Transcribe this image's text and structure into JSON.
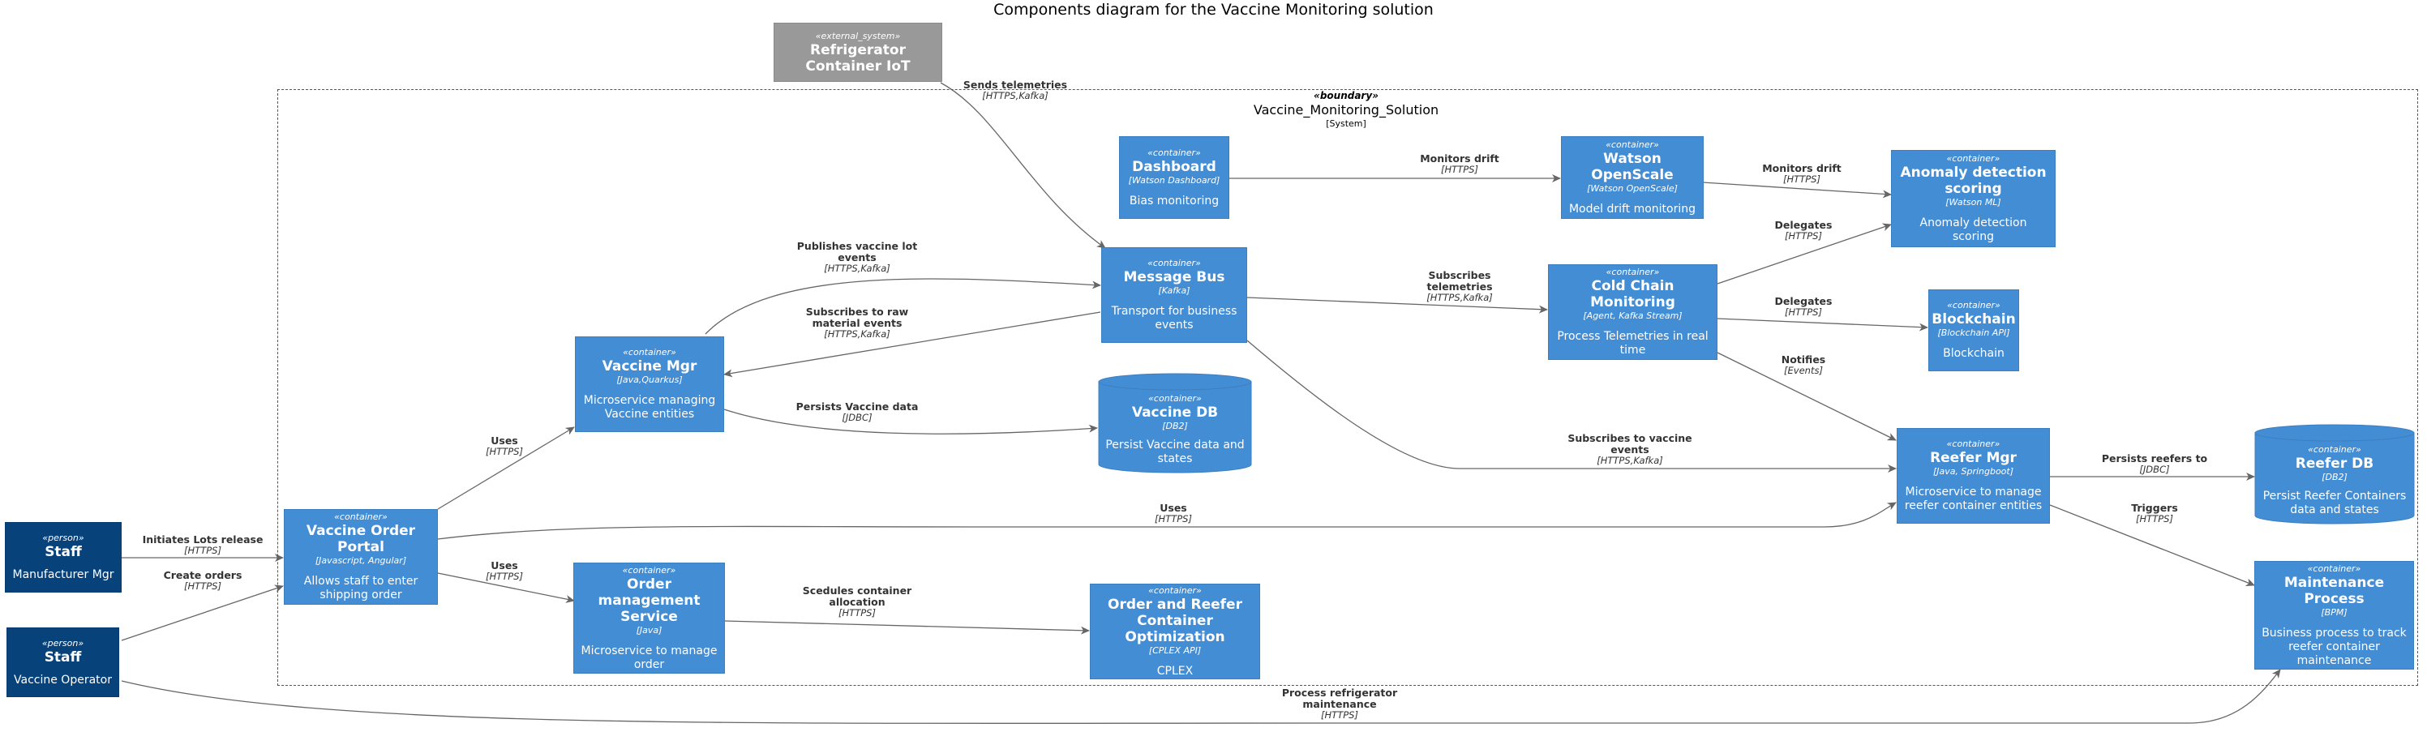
{
  "title": "Components diagram for the Vaccine Monitoring solution",
  "boundary": {
    "stereotype": "«boundary»",
    "name": "Vaccine_Monitoring_Solution",
    "type": "[System]"
  },
  "nodes": {
    "fridge_iot": {
      "stereotype": "«external_system»",
      "name": "Refrigerator Container IoT"
    },
    "dashboard": {
      "stereotype": "«container»",
      "name": "Dashboard",
      "tech": "[Watson Dashboard]",
      "desc": "Bias monitoring"
    },
    "openscale": {
      "stereotype": "«container»",
      "name": "Watson OpenScale",
      "tech": "[Watson OpenScale]",
      "desc": "Model drift monitoring"
    },
    "anomaly": {
      "stereotype": "«container»",
      "name": "Anomaly detection scoring",
      "tech": "[Watson ML]",
      "desc": "Anomaly detection scoring"
    },
    "message_bus": {
      "stereotype": "«container»",
      "name": "Message Bus",
      "tech": "[Kafka]",
      "desc": "Transport for business events"
    },
    "cold_chain": {
      "stereotype": "«container»",
      "name": "Cold Chain Monitoring",
      "tech": "[Agent, Kafka Stream]",
      "desc": "Process Telemetries in real time"
    },
    "blockchain": {
      "stereotype": "«container»",
      "name": "Blockchain",
      "tech": "[Blockchain API]",
      "desc": "Blockchain"
    },
    "vaccine_mgr": {
      "stereotype": "«container»",
      "name": "Vaccine Mgr",
      "tech": "[Java,Quarkus]",
      "desc": "Microservice managing Vaccine entities"
    },
    "vaccine_db": {
      "stereotype": "«container»",
      "name": "Vaccine DB",
      "tech": "[DB2]",
      "desc": "Persist Vaccine data and states"
    },
    "reefer_mgr": {
      "stereotype": "«container»",
      "name": "Reefer Mgr",
      "tech": "[Java, Springboot]",
      "desc": "Microservice to manage reefer container entities"
    },
    "reefer_db": {
      "stereotype": "«container»",
      "name": "Reefer DB",
      "tech": "[DB2]",
      "desc": "Persist Reefer Containers data and states"
    },
    "order_portal": {
      "stereotype": "«container»",
      "name": "Vaccine Order Portal",
      "tech": "[Javascript, Angular]",
      "desc": "Allows staff to enter shipping order"
    },
    "order_mgmt": {
      "stereotype": "«container»",
      "name": "Order management Service",
      "tech": "[Java]",
      "desc": "Microservice to manage order"
    },
    "optimization": {
      "stereotype": "«container»",
      "name": "Order and Reefer Container Optimization",
      "tech": "[CPLEX API]",
      "desc": "CPLEX"
    },
    "maintenance": {
      "stereotype": "«container»",
      "name": "Maintenance Process",
      "tech": "[BPM]",
      "desc": "Business process to track reefer container maintenance"
    },
    "staff_mgr": {
      "stereotype": "«person»",
      "name": "Staff",
      "desc": "Manufacturer Mgr"
    },
    "staff_op": {
      "stereotype": "«person»",
      "name": "Staff",
      "desc": "Vaccine Operator"
    }
  },
  "edges": {
    "telemetry": {
      "label": "Sends telemetries",
      "tech": "[HTTPS,Kafka]"
    },
    "monitors1": {
      "label": "Monitors drift",
      "tech": "[HTTPS]"
    },
    "monitors2": {
      "label": "Monitors drift",
      "tech": "[HTTPS]"
    },
    "publishes": {
      "label": "Publishes vaccine lot events",
      "tech": "[HTTPS,Kafka]"
    },
    "subs_raw": {
      "label": "Subscribes to raw material events",
      "tech": "[HTTPS,Kafka]"
    },
    "subs_tel": {
      "label": "Subscribes telemetries",
      "tech": "[HTTPS,Kafka]"
    },
    "delegates1": {
      "label": "Delegates",
      "tech": "[HTTPS]"
    },
    "delegates2": {
      "label": "Delegates",
      "tech": "[HTTPS]"
    },
    "notifies": {
      "label": "Notifies",
      "tech": "[Events]"
    },
    "persists_vac": {
      "label": "Persists Vaccine data",
      "tech": "[JDBC]"
    },
    "subs_vac": {
      "label": "Subscribes to vaccine events",
      "tech": "[HTTPS,Kafka]"
    },
    "persists_reef": {
      "label": "Persists reefers to",
      "tech": "[JDBC]"
    },
    "triggers": {
      "label": "Triggers",
      "tech": "[HTTPS]"
    },
    "uses_vm": {
      "label": "Uses",
      "tech": "[HTTPS]"
    },
    "uses_rm": {
      "label": "Uses",
      "tech": "[HTTPS]"
    },
    "uses_om": {
      "label": "Uses",
      "tech": "[HTTPS]"
    },
    "initiates": {
      "label": "Initiates Lots release",
      "tech": "[HTTPS]"
    },
    "creates": {
      "label": "Create orders",
      "tech": "[HTTPS]"
    },
    "schedules": {
      "label": "Scedules container allocation",
      "tech": "[HTTPS]"
    },
    "maint": {
      "label": "Process refrigerator maintenance",
      "tech": "[HTTPS]"
    }
  }
}
